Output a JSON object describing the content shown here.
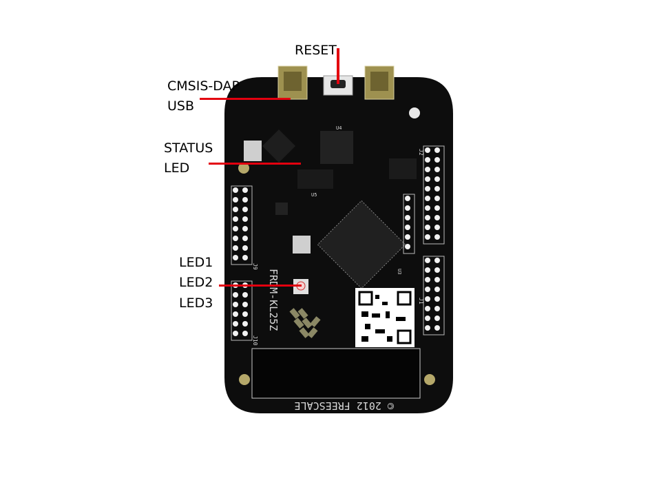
{
  "callouts": {
    "reset": "RESET",
    "cmsis_dap_line1": "CMSIS-DAP",
    "cmsis_dap_line2": "USB",
    "status_line1": "STATUS",
    "status_line2": "LED",
    "led1": "LED1",
    "led2": "LED2",
    "led3": "LED3"
  },
  "board": {
    "model": "FRDM-KL25Z",
    "copyright": "© 2012 FREESCALE",
    "header_labels": [
      "J9",
      "J10",
      "J1",
      "J2"
    ],
    "chip_labels": [
      "U4",
      "U5",
      "U3"
    ]
  },
  "colors": {
    "pcb": "#0d0d0d",
    "callout_line": "#e3000f",
    "connector": "#a89a55"
  }
}
